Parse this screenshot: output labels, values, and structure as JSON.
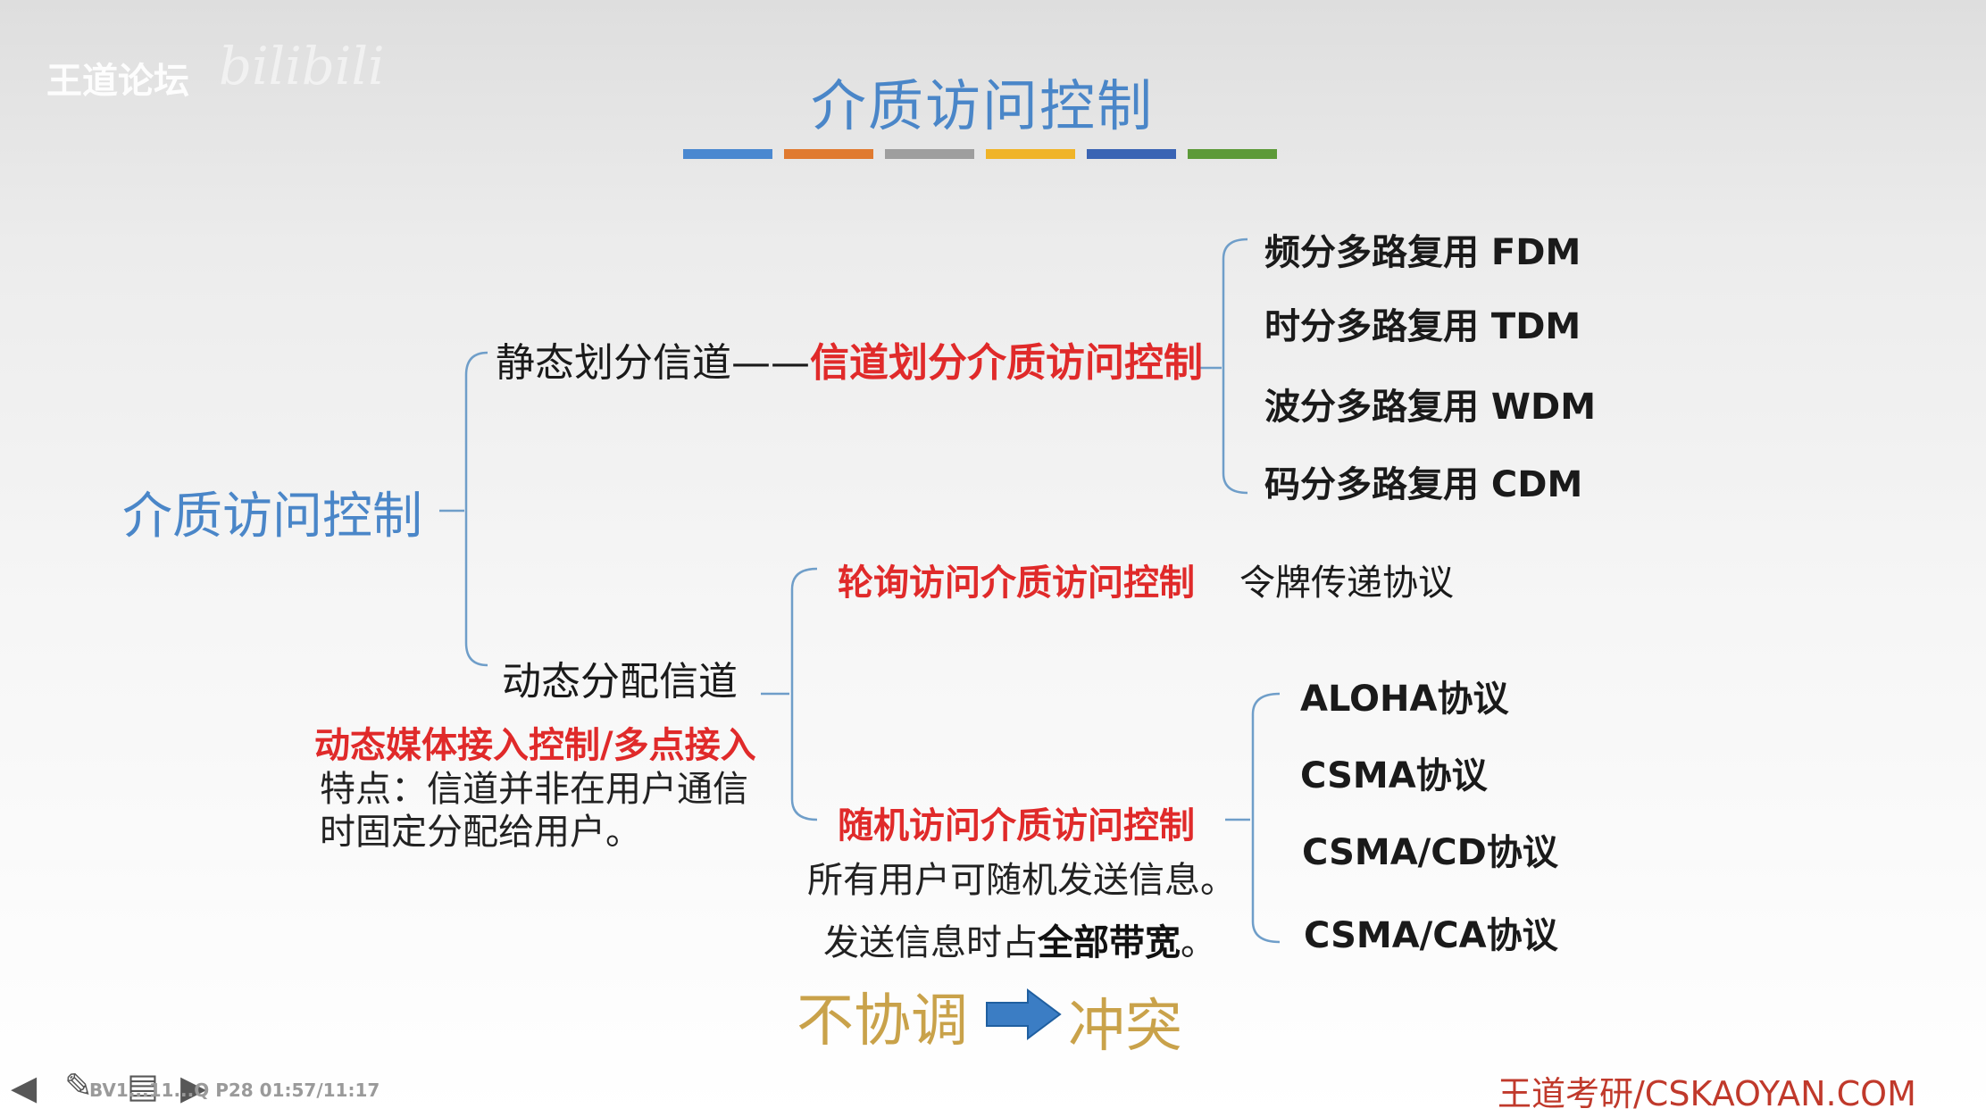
{
  "watermark": {
    "text": "王道论坛",
    "logo": "bilibili"
  },
  "title": "介质访问控制",
  "title_bar_colors": [
    "#4a88d0",
    "#e07a30",
    "#9e9e9e",
    "#f0b428",
    "#3a64b4",
    "#5c9a38"
  ],
  "tree": {
    "root": "介质访问控制",
    "static": {
      "label": "静态划分信道——",
      "highlight": "信道划分介质访问控制",
      "leaves": [
        "频分多路复用 FDM",
        "时分多路复用 TDM",
        "波分多路复用 WDM",
        "码分多路复用 CDM"
      ]
    },
    "dynamic": {
      "label": "动态分配信道",
      "alias": "动态媒体接入控制/多点接入",
      "feature": [
        "特点：信道并非在用户通信",
        "时固定分配给用户。"
      ],
      "polling": {
        "label": "轮询访问介质访问控制",
        "protocol": "令牌传递协议"
      },
      "random": {
        "label": "随机访问介质访问控制",
        "note_line1": "所有用户可随机发送信息。",
        "note_line2_prefix": "发送信息时占",
        "note_line2_bold": "全部带宽",
        "note_line2_suffix": "。",
        "leaves": [
          "ALOHA协议",
          "CSMA协议",
          "CSMA/CD协议",
          "CSMA/CA协议"
        ]
      }
    }
  },
  "conclusion": {
    "left": "不协调",
    "arrow_color": "#3b7dc4",
    "right": "冲突"
  },
  "footer": {
    "brand": "王道考研/CSKAOYAN.COM",
    "player_status": "BV1...11...Q P28 01:57/11:17"
  }
}
